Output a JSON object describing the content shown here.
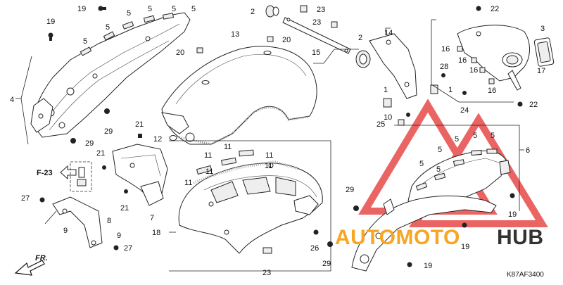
{
  "diagram": {
    "callouts": {
      "c1a": "1",
      "c1b": "1",
      "c2a": "2",
      "c2b": "2",
      "c3": "3",
      "c4": "4",
      "c5a": "5",
      "c5b": "5",
      "c5c": "5",
      "c5d": "5",
      "c5e": "5",
      "c5f": "5",
      "c5g": "5",
      "c5h": "5",
      "c5i": "5",
      "c5j": "5",
      "c5k": "5",
      "c5l": "5",
      "c6": "6",
      "c7": "7",
      "c8": "8",
      "c9a": "9",
      "c9b": "9",
      "c10": "10",
      "c11a": "11",
      "c11b": "11",
      "c11c": "11",
      "c11d": "11",
      "c11e": "11",
      "c11f": "11",
      "c12": "12",
      "c13": "13",
      "c14": "14",
      "c15": "15",
      "c16a": "16",
      "c16b": "16",
      "c16c": "16",
      "c16d": "16",
      "c17": "17",
      "c18": "18",
      "c19a": "19",
      "c19b": "19",
      "c19c": "19",
      "c19d": "19",
      "c19e": "19",
      "c20a": "20",
      "c20b": "20",
      "c21a": "21",
      "c21b": "21",
      "c21c": "21",
      "c22a": "22",
      "c22b": "22",
      "c23a": "23",
      "c23b": "23",
      "c23c": "23",
      "c24": "24",
      "c25": "25",
      "c26": "26",
      "c27a": "27",
      "c27b": "27",
      "c28": "28",
      "c29a": "29",
      "c29b": "29",
      "c29c": "29",
      "c29d": "29"
    },
    "frame_ref": "F-23",
    "front_label": "FR.",
    "drawing_code": "K87AF3400"
  },
  "watermark": {
    "text_a": "AUTOMOTO",
    "text_b": "HUB",
    "color_a": "#f6a623",
    "color_b": "#333333",
    "triangle_color": "#e84a4a"
  }
}
